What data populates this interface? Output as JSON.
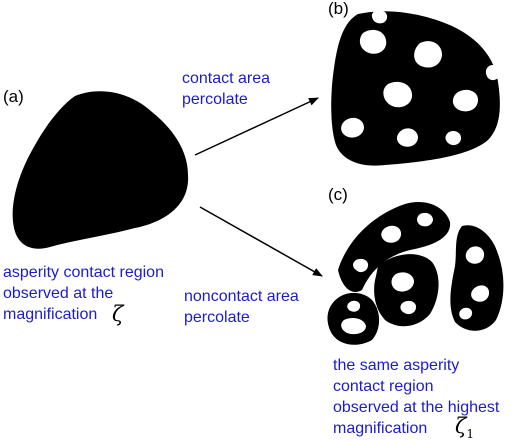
{
  "panels": {
    "a": {
      "tag": "(a)"
    },
    "b": {
      "tag": "(b)"
    },
    "c": {
      "tag": "(c)"
    }
  },
  "captions": {
    "contact_area": [
      "contact area",
      "percolate"
    ],
    "noncontact_area": [
      "noncontact area",
      "percolate"
    ],
    "asperity": [
      "asperity contact region",
      "observed at the",
      "magnification"
    ],
    "same_asperity": [
      "the same asperity",
      "contact region",
      "observed at the highest",
      "magnification"
    ]
  },
  "symbols": {
    "zeta": "ζ",
    "zeta1_base": "ζ",
    "zeta1_sub": "1"
  },
  "colors": {
    "text_blue": "#1c1cc8",
    "shape_fill": "#000000"
  }
}
